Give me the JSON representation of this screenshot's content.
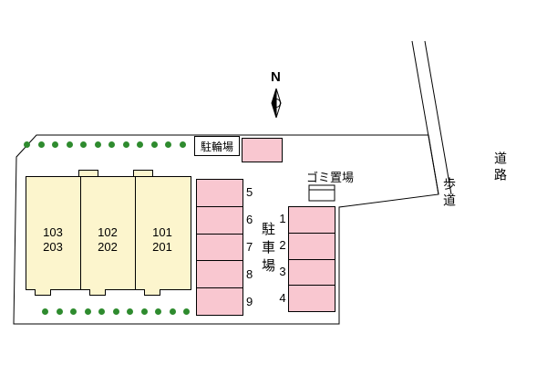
{
  "north": {
    "label": "N"
  },
  "bike_parking": {
    "label": "駐輪場"
  },
  "garbage_area": {
    "label": "ゴミ置場"
  },
  "parking_lot": {
    "label": "駐車場",
    "left_spaces": [
      "5",
      "6",
      "7",
      "8",
      "9"
    ],
    "right_spaces": [
      "1",
      "2",
      "3",
      "4"
    ]
  },
  "building": {
    "units": [
      {
        "line1": "103",
        "line2": "203"
      },
      {
        "line1": "102",
        "line2": "202"
      },
      {
        "line1": "101",
        "line2": "201"
      }
    ]
  },
  "sidewalk": {
    "label": "歩道"
  },
  "road": {
    "label": "道路"
  },
  "trees": {
    "top_count": 12,
    "bottom_count": 11
  },
  "icons": {
    "tree": "green-dot",
    "north_arrow": "compass-needle",
    "garbage_station": "small-shed-rectangle"
  },
  "colors": {
    "parking_fill": "#f9c7d0",
    "building_fill": "#fcf5cd",
    "tree": "#2e8b2e",
    "line": "#000000"
  }
}
